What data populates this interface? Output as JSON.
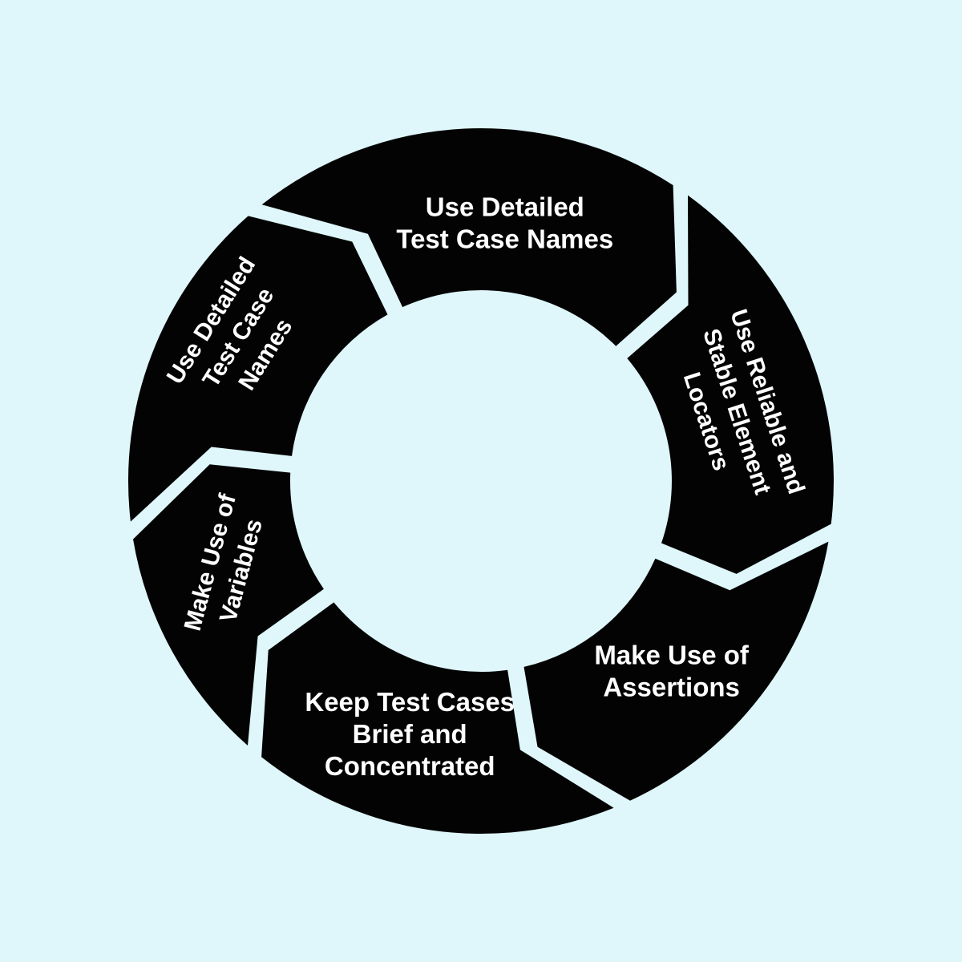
{
  "background_color": "#dff7fb",
  "diagram": {
    "type": "cycle",
    "direction": "clockwise",
    "segment_color": "#030303",
    "text_color": "#ffffff",
    "segments": [
      {
        "id": "top",
        "lines": [
          "Use Detailed",
          "Test Case Names"
        ],
        "start_deg": -28.3,
        "end_deg": 46,
        "text_angle_deg": 5.3,
        "text_radius": 323,
        "text_rotation_deg": 0,
        "font_size": 33
      },
      {
        "id": "right",
        "lines": [
          "Use Reliable and",
          "Stable Element",
          "Locators"
        ],
        "start_deg": 46,
        "end_deg": 110,
        "text_angle_deg": 74.8,
        "text_radius": 332,
        "text_rotation_deg": 72,
        "font_size": 30
      },
      {
        "id": "bottom-right",
        "lines": [
          "Make Use of",
          "Assertions"
        ],
        "start_deg": 110,
        "end_deg": 168,
        "text_angle_deg": 135,
        "text_radius": 336,
        "text_rotation_deg": 0,
        "font_size": 33
      },
      {
        "id": "bottom",
        "lines": [
          "Keep Test Cases",
          "Brief and",
          "Concentrated"
        ],
        "start_deg": 168,
        "end_deg": 231.5,
        "text_angle_deg": 195.7,
        "text_radius": 328,
        "text_rotation_deg": 0,
        "font_size": 33
      },
      {
        "id": "left",
        "lines": [
          "Make Use of",
          "Variables"
        ],
        "start_deg": 231.5,
        "end_deg": 273.5,
        "text_angle_deg": 251.6,
        "text_radius": 337,
        "text_rotation_deg": -75,
        "font_size": 30
      },
      {
        "id": "upper-left",
        "lines": [
          "Use Detailed",
          "Test Case",
          "Names"
        ],
        "start_deg": 273.5,
        "end_deg": 331.7,
        "text_angle_deg": 300.6,
        "text_radius": 353,
        "text_rotation_deg": -58,
        "font_size": 30
      }
    ]
  }
}
